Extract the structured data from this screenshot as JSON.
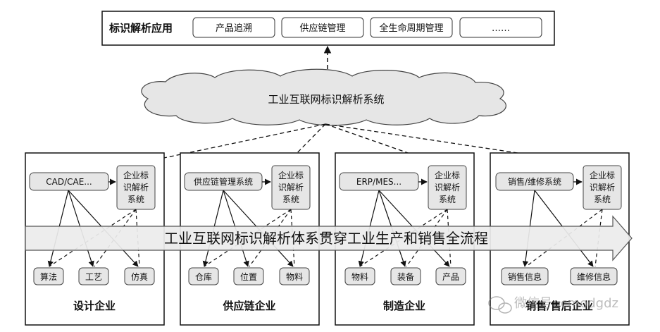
{
  "app": {
    "title": "标识解析应用",
    "items": [
      "产品追溯",
      "供应链管理",
      "全生命周期管理",
      "……"
    ]
  },
  "cloud": {
    "label": "工业互联网标识解析系统"
  },
  "arrow": {
    "label": "工业互联网标识解析体系贯穿工业生产和销售全流程"
  },
  "enterprises": [
    {
      "name": "设计企业",
      "system": "CAD/CAE...",
      "resolver": [
        "企业标",
        "识解析",
        "系统"
      ],
      "leaves": [
        "算法",
        "工艺",
        "仿真"
      ]
    },
    {
      "name": "供应链企业",
      "system": "供应链管理系统",
      "resolver": [
        "企业标",
        "识解析",
        "系统"
      ],
      "leaves": [
        "仓库",
        "位置",
        "物料"
      ]
    },
    {
      "name": "制造企业",
      "system": "ERP/MES...",
      "resolver": [
        "企业标",
        "识解析",
        "系统"
      ],
      "leaves": [
        "物料",
        "装备",
        "产品"
      ]
    },
    {
      "name": "销售/售后企业",
      "system": "销售/维修系统",
      "resolver": [
        "企业标",
        "识解析",
        "系统"
      ],
      "leaves": [
        "销售信息",
        "维修信息"
      ]
    }
  ],
  "watermark": {
    "text": "微信号: cmodgdz"
  }
}
